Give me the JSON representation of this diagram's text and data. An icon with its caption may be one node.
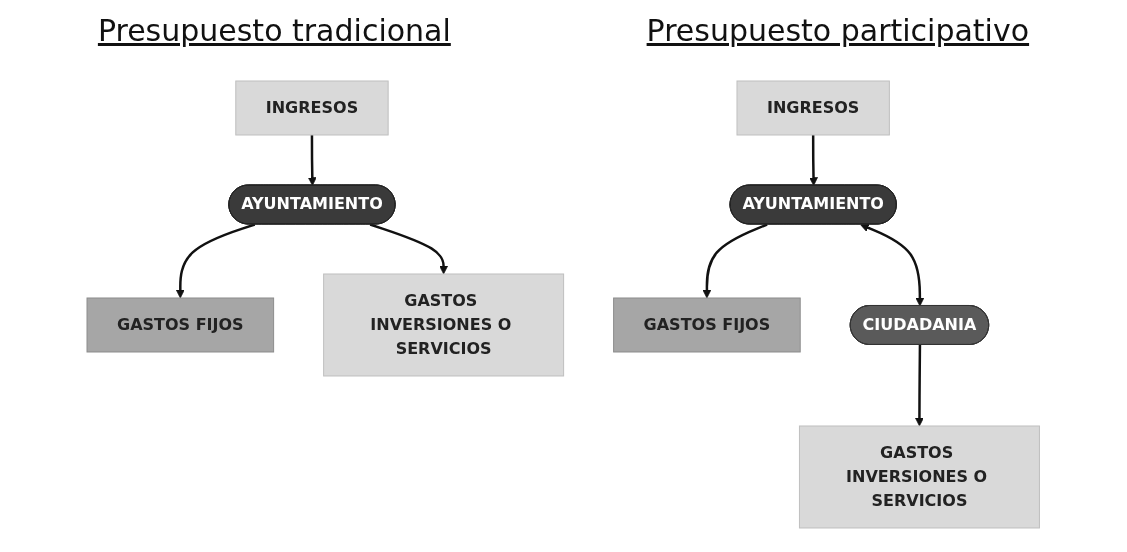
{
  "diagram": {
    "nodes": [
      {
        "text": [
          "INGRESOS"
        ]
      },
      {
        "text": [
          "AYUNTAMIENTO"
        ]
      },
      {
        "text": [
          "GASTOS FIJOS"
        ]
      },
      {
        "text": [
          "GASTOS INVERSIONES O SERVICIOS"
        ]
      },
      {
        "text": [
          "INGRESOS"
        ]
      },
      {
        "text": [
          "AYUNTAMIENTO"
        ]
      },
      {
        "text": [
          "GASTOS FIJOS"
        ]
      },
      {
        "text": [
          "CIUDADANIA"
        ]
      },
      {
        "text": [
          "GASTOS INVERSIONES O SERVICIOS"
        ]
      }
    ],
    "edges": [
      {
        "from": 0,
        "to": 1,
        "arrow": "to"
      },
      {
        "from": 1,
        "to": 2,
        "arrow": "to"
      },
      {
        "from": 1,
        "to": 3,
        "arrow": "to"
      },
      {
        "from": 4,
        "to": 5,
        "arrow": "to"
      },
      {
        "from": 5,
        "to": 6,
        "arrow": "to"
      },
      {
        "from": 5,
        "to": 7,
        "arrow": "both"
      },
      {
        "from": 7,
        "to": 8,
        "arrow": "to"
      }
    ],
    "labels": [
      "Presupuesto tradicional",
      "Presupuesto participativo"
    ]
  }
}
